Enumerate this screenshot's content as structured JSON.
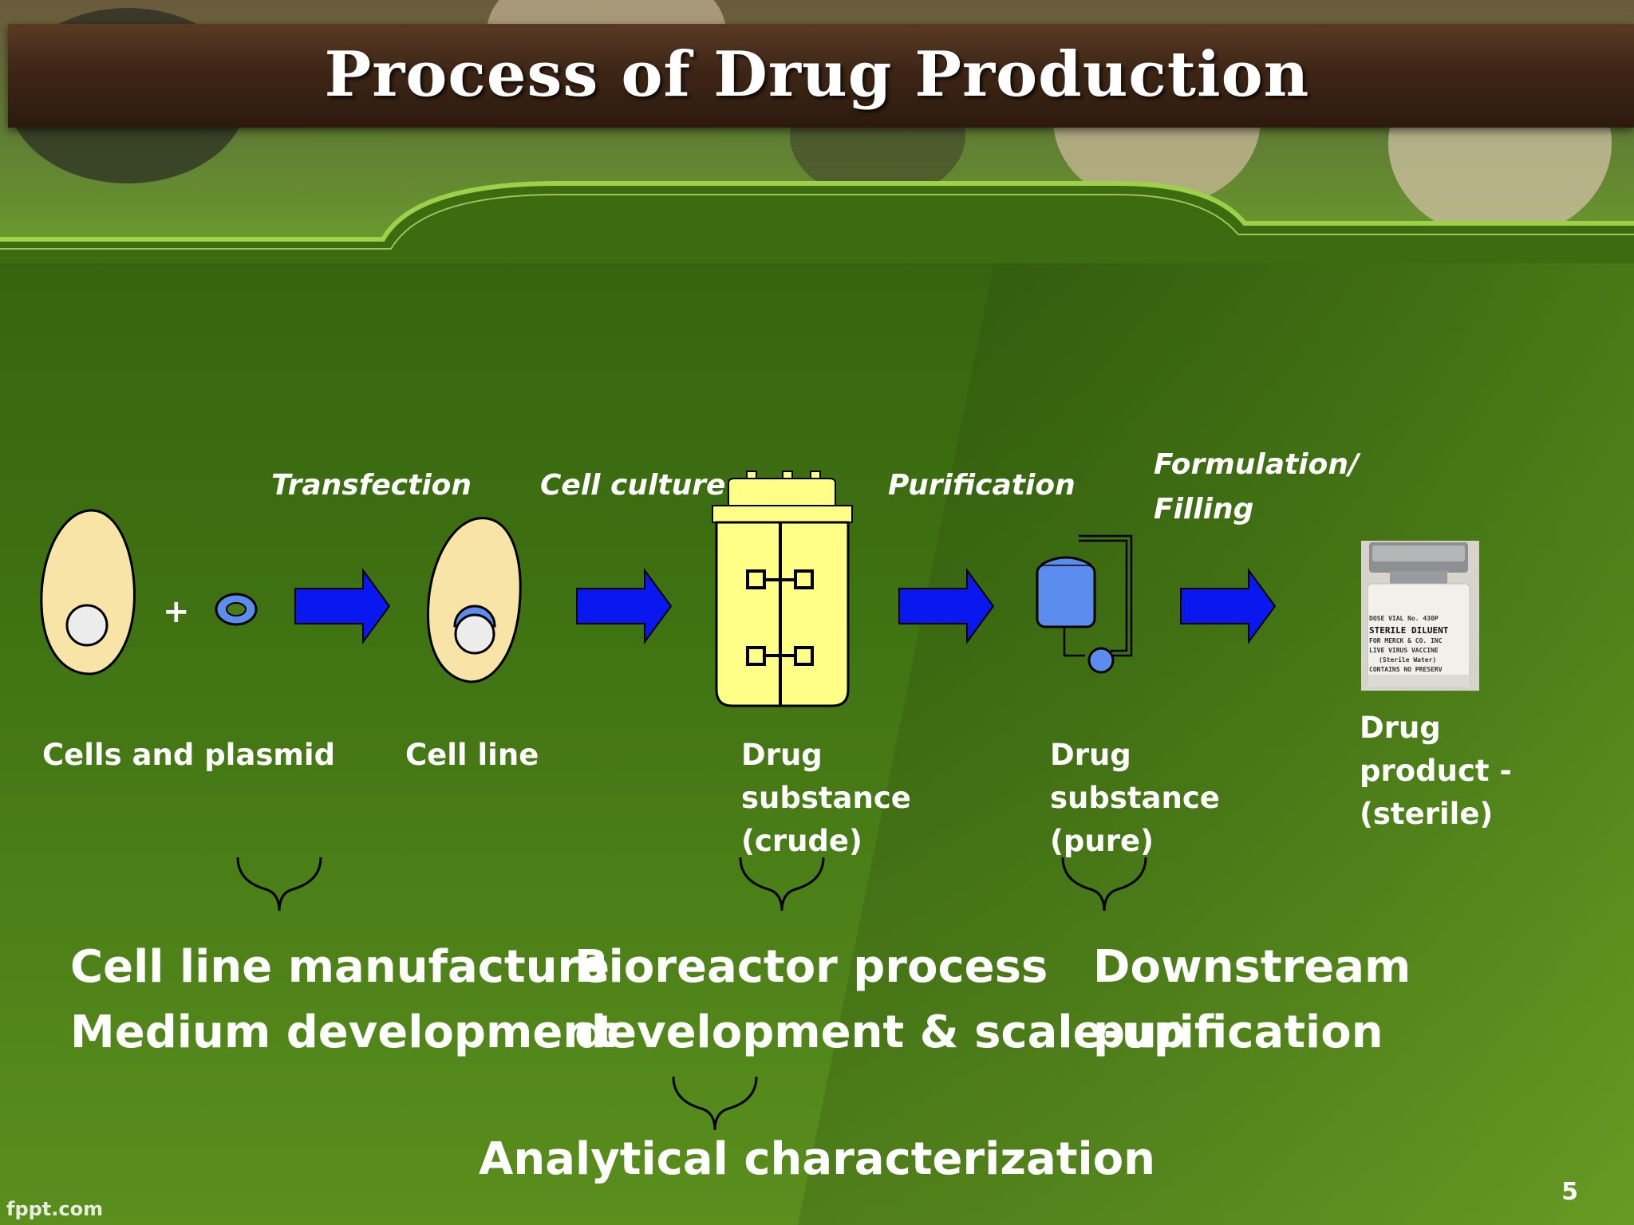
{
  "title": "Process of Drug Production",
  "steps": {
    "transfection": "Transfection",
    "cell_culture": "Cell culture",
    "purification": "Purification",
    "formulation": [
      "Formulation/",
      "Filling"
    ]
  },
  "captions": {
    "cells_and_plasmid": "Cells and plasmid",
    "cell_line": "Cell line",
    "drug_substance_crude": [
      "Drug",
      "substance",
      "(crude)"
    ],
    "drug_substance_pure": [
      "Drug",
      "substance",
      "(pure)"
    ],
    "drug_product": [
      "Drug",
      "product -",
      "(sterile)"
    ]
  },
  "stages": {
    "cell_line": [
      "Cell line manufacture",
      "Medium development"
    ],
    "bioreactor": [
      "Bioreactor process",
      "development & scale-up"
    ],
    "downstream": [
      "Downstream",
      "purification"
    ],
    "analytical": "Analytical characterization"
  },
  "plus_sign": "+",
  "vial_label": [
    "DOSE VIAL  No. 430P",
    "STERILE DILUENT",
    "FOR MERCK & CO. INC",
    "LIVE VIRUS VACCINE",
    "(Sterile Water)",
    "CONTAINS NO PRESERV"
  ],
  "page_number": "5",
  "watermark": "fppt.com",
  "colors": {
    "arrow": "#0a18f0",
    "cell_fill": "#f8e4a6",
    "bioreactor_fill": "#ffff88",
    "purifier_fill": "#5b8def",
    "background": "#3d6e10"
  }
}
